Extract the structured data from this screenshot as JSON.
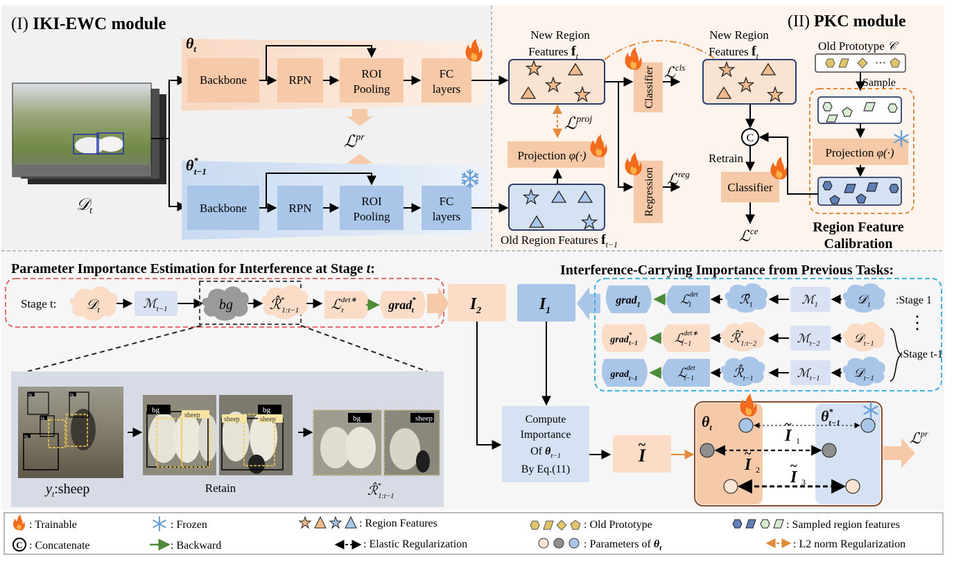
{
  "colors": {
    "orange_fill": "#f6cdb0",
    "orange_light": "#fbe3d2",
    "blue_fill": "#a9c6e8",
    "blue_light": "#d9e6f5",
    "blue_dark": "#5f7fb8",
    "panel_gray": "#f0f0f0",
    "dash_red": "#e36b6b",
    "dash_blue": "#3db3e3",
    "dash_orange": "#e08a3a",
    "arrow_green": "#4d8b3a",
    "backbone_brown": "#8a4a2a"
  },
  "top_left": {
    "title_num": "(I)",
    "title": "IKI-EWC module",
    "theta_t": "θ",
    "theta_t_sub": "t",
    "theta_prev": "θ",
    "theta_prev_sup": "*",
    "theta_prev_sub": "t−1",
    "dataset": "𝒟",
    "dataset_sub": "t",
    "loss_pr": "ℒ",
    "loss_pr_sup": "pr",
    "upper_blocks": [
      "Backbone",
      "RPN",
      "ROI",
      "Pooling",
      "FC",
      "layers"
    ],
    "lower_blocks": [
      "Backbone",
      "RPN",
      "ROI",
      "Pooling",
      "FC",
      "layers"
    ]
  },
  "top_right": {
    "title_num": "(II)",
    "title": "PKC module",
    "new_features_1": "New Region",
    "new_features_2": "Features",
    "f_bold": "f",
    "f_sub_t": "t",
    "old_features": "Old Region Features",
    "f_sub_prev": "t−1",
    "classifier": "Classifier",
    "regression": "Regression",
    "loss_cls": "ℒ",
    "loss_cls_sup": "cls",
    "loss_reg_sup": "reg",
    "loss_proj_sup": "proj",
    "loss_ce_sup": "ce",
    "projection": "Projection",
    "phi": "φ(·)",
    "concat": "C",
    "retrain": "Retrain",
    "old_prototype": "Old Prototype",
    "proto_c": "𝒞",
    "sample": "Sample",
    "ellipsis": "···",
    "calibration_1": "Region Feature",
    "calibration_2": "Calibration"
  },
  "bottom": {
    "pie_title": "Parameter Importance Estimation for Interference at Stage ",
    "pie_title_t": "t",
    "pie_title_end": ":",
    "icp_title": "Interference-Carrying Importance from Previous Tasks:",
    "stage_t": "Stage t:",
    "d_t": "𝒟",
    "m_prev": "ℳ",
    "bg": "bg",
    "r_hat": "ℛ̂",
    "r_sub": "1:t−1",
    "l_det": "ℒ",
    "l_det_sup": "det∗",
    "grad": "grad",
    "I2": "I",
    "I2_sub": "2",
    "I1": "I",
    "I1_sub": "1",
    "stage_1": ":Stage 1",
    "stage_t1": ":Stage t-1",
    "vdots": "⋮",
    "row1": {
      "grad_sub": "1",
      "l_sub": "1",
      "l_sup": "det",
      "r_sub": "1",
      "m_sub": "1",
      "d_sub": "1"
    },
    "row2": {
      "grad_sub": "t−1",
      "l_sub": "t−1",
      "l_sup": "det∗",
      "r_sub": "1:t−2",
      "m_sub": "t−2",
      "d_sub": "t−1"
    },
    "row3": {
      "grad_sub": "t−1",
      "l_sub": "t−1",
      "l_sup": "det",
      "r_sub": "t−1",
      "m_sub": "t−1",
      "d_sub": "t−1"
    },
    "compute": [
      "Compute",
      "Importance",
      "Of",
      "By Eq.(11)"
    ],
    "compute_theta_sub": "t−1",
    "i_tilde": "I",
    "i_tilde_1": "1",
    "i_tilde_2": "2",
    "i_tilde_3": "3",
    "theta_box_t": "t",
    "theta_box_prev_sup": "*",
    "theta_box_prev_sub": "t−1",
    "loss_pr_sup": "pr",
    "yt": "y",
    "yt_sub": "t",
    "yt_label": ":sheep",
    "retain": "Retain",
    "r_hat_sub": "1:t−1",
    "photo_tags": [
      "bg",
      "bg",
      "bg",
      "bg",
      "sheep",
      "sheep",
      "bg",
      "bg",
      "bg",
      "sheep",
      "sheep"
    ]
  },
  "legend": {
    "trainable": ": Trainable",
    "frozen": ": Frozen",
    "region_features": ": Region Features",
    "old_prototype": ": Old Prototype",
    "sampled": ": Sampled region features",
    "concatenate": ": Concatenate",
    "backward": ": Backward",
    "elastic": ": Elastic Regularization",
    "params": ": Parameters of",
    "params_theta": "θ",
    "params_sub": "t",
    "l2": ": L2  norm Regularization",
    "concat_glyph": "C"
  }
}
